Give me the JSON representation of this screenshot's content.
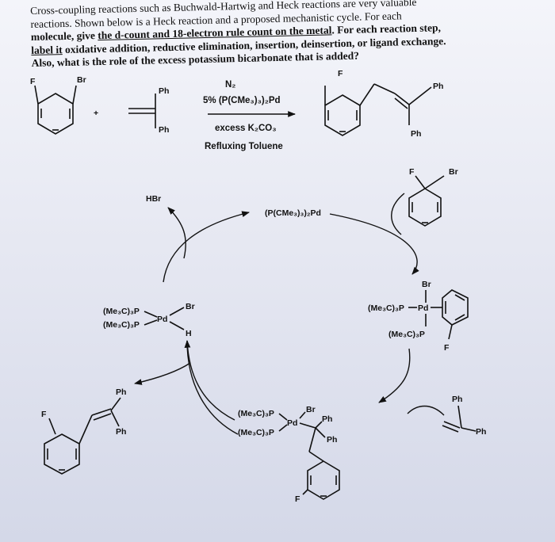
{
  "question": {
    "line1": "Cross-coupling reactions such as Buchwald-Hartwig and Heck reactions are very valuable",
    "line2": "reactions. Shown below is a Heck reaction and a proposed mechanistic cycle. For each",
    "line3a": "molecule, give ",
    "line3b": "the d-count and 18-electron rule count on the metal",
    "line3c": ". For each reaction step,",
    "line4a": "label it",
    "line4b": " oxidative addition, reductive elimination, insertion, deinsertion, or ligand exchange.",
    "line5": "Also, what is the role of the excess potassium bicarbonate that is added?"
  },
  "reaction": {
    "reactant1": {
      "sub_a": "F",
      "sub_b": "Br"
    },
    "plus": "+",
    "reactant2": {
      "sub_top": "Ph",
      "sub_bottom": "Ph"
    },
    "above_arrow": {
      "line1": "N₂",
      "line2": "5% (P(CMe₃)₃)₂Pd"
    },
    "below_arrow": {
      "line1": "excess K₂CO₃",
      "line2": "Refluxing Toluene"
    },
    "product": {
      "sub_f": "F",
      "sub_top": "Ph",
      "sub_bottom": "Ph"
    }
  },
  "cycle": {
    "catalyst": "(P(CMe₃)₃)₂Pd",
    "byproduct": "HBr",
    "substrate": {
      "f": "F",
      "br": "Br"
    },
    "oxidative_addition_complex": {
      "br": "Br",
      "ligand_top": "(Me₃C)₃P",
      "pd": "Pd",
      "ligand_bottom": "(Me₃C)₃P",
      "f": "F"
    },
    "alkene": {
      "ph1": "Ph",
      "ph2": "Ph"
    },
    "insertion_complex": {
      "ligand_top": "(Me₃C)₃P",
      "pd": "Pd",
      "ligand_bottom": "(Me₃C)₃P",
      "br": "Br",
      "ph1": "Ph",
      "ph2": "Ph",
      "f": "F"
    },
    "hydride_complex": {
      "ligand_top": "(Me₃C)₃P",
      "pd": "Pd",
      "ligand_bottom": "(Me₃C)₃P",
      "br": "Br",
      "h": "H"
    },
    "product": {
      "f": "F",
      "ph1": "Ph",
      "ph2": "Ph"
    }
  }
}
